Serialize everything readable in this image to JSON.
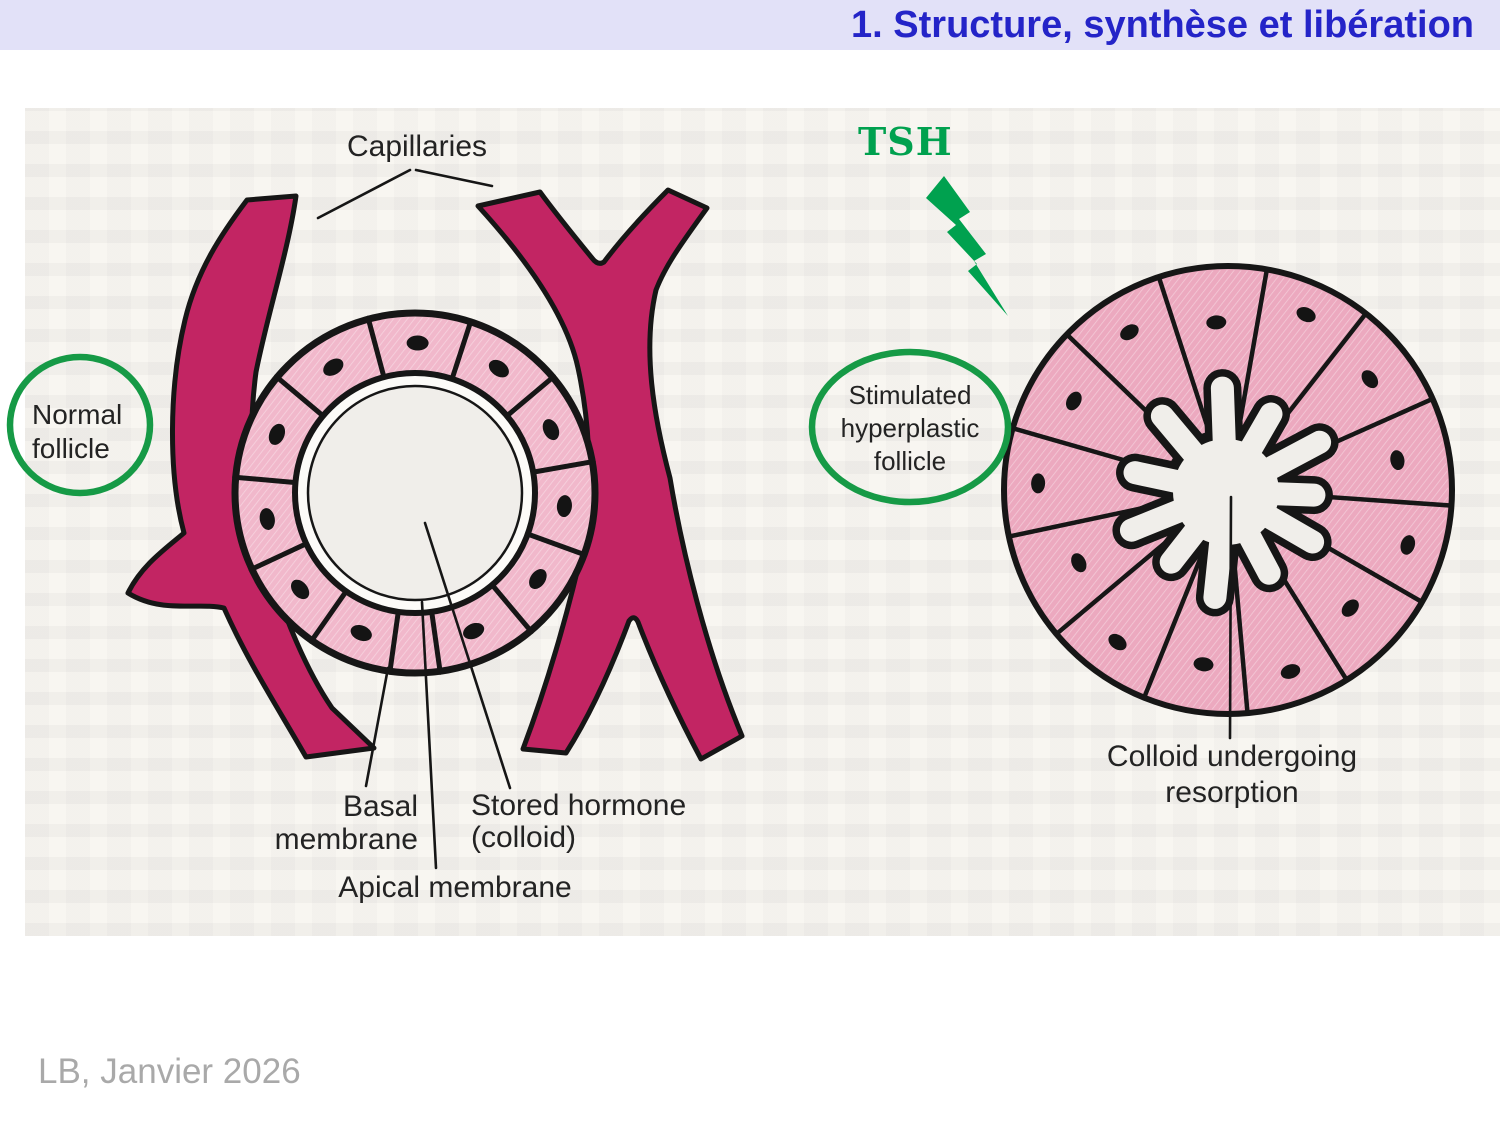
{
  "slide": {
    "title": "1. Structure, synthèse et libération",
    "credit": "LB, Janvier 2026"
  },
  "figure": {
    "labels": {
      "capillaries": "Capillaries",
      "normal_follicle": "Normal\nfollicle",
      "tsh": "TSH",
      "stimulated_follicle": "Stimulated\nhyperplastic\nfollicle",
      "basal_membrane": "Basal\nmembrane",
      "stored_hormone": "Stored hormone\n(colloid)",
      "apical_membrane": "Apical membrane",
      "colloid_resorption": "Colloid undergoing\nresorption"
    },
    "colors": {
      "title_blue": "#2424c8",
      "band_lavender": "#e2e1f8",
      "capillary_red": "#c22563",
      "cell_pink": "#f1b8cb",
      "cell_pink_deep": "#eca9bf",
      "colloid_gray": "#f0eeea",
      "outline_black": "#161616",
      "green_accent": "#169a46",
      "tsh_green": "#00a14f",
      "paper_white": "#f8f6f1",
      "credit_gray": "#a9a9a9"
    }
  }
}
